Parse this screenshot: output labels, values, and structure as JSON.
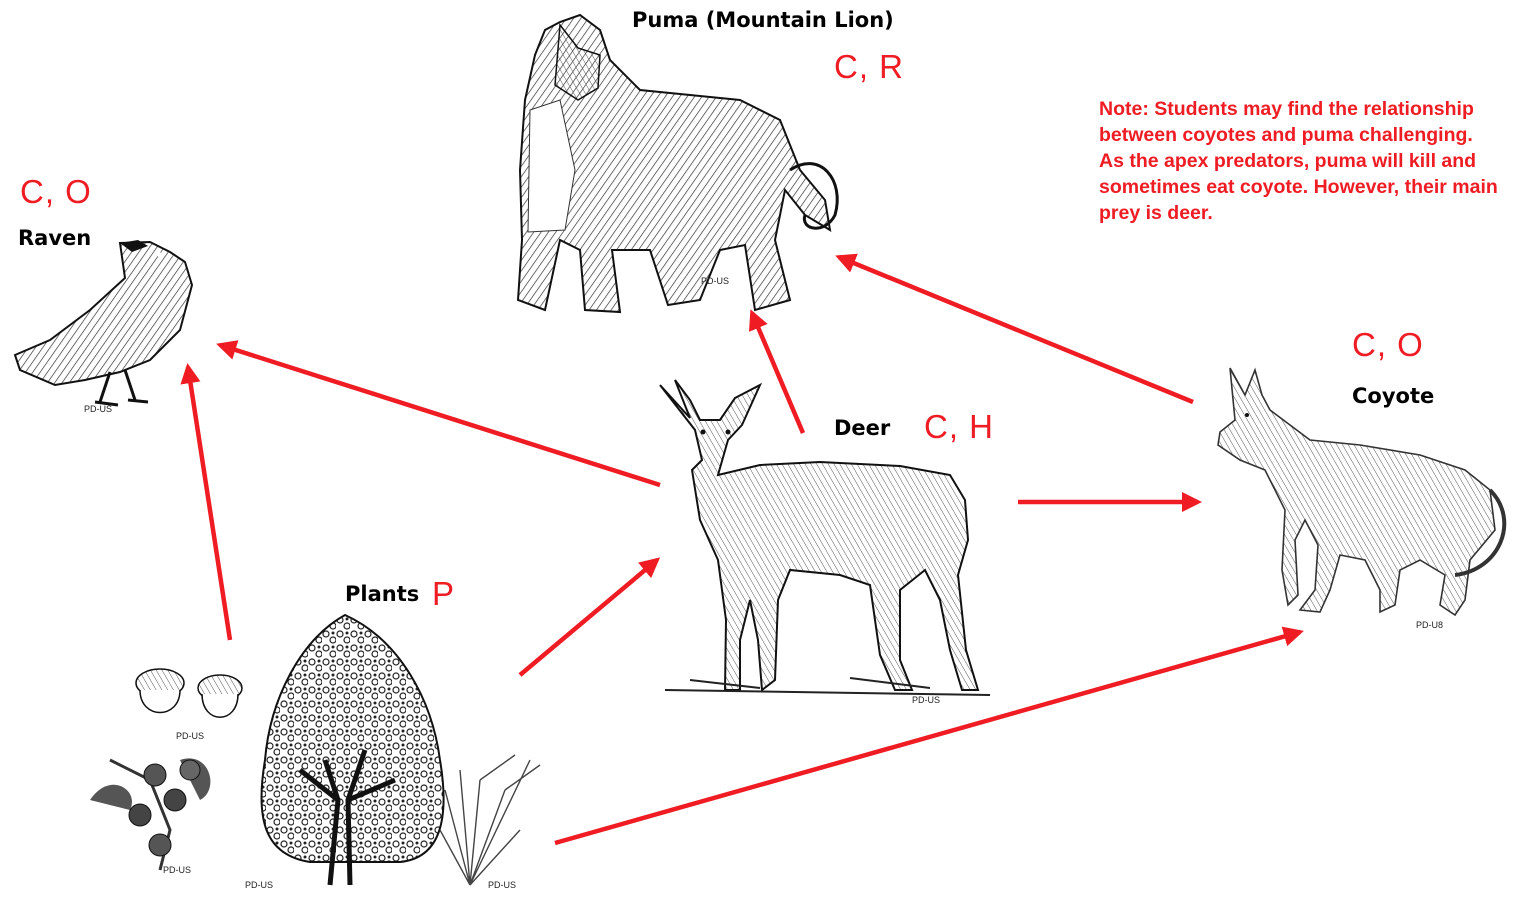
{
  "organisms": [
    {
      "id": "puma",
      "name": "Puma (Mountain Lion)",
      "code": "C, R",
      "credit": "PD-US",
      "icon": "puma-illustration"
    },
    {
      "id": "raven",
      "name": "Raven",
      "code": "C, O",
      "credit": "PD-US",
      "icon": "raven-illustration"
    },
    {
      "id": "deer",
      "name": "Deer",
      "code": "C, H",
      "credit": "PD-US",
      "icon": "deer-illustration"
    },
    {
      "id": "coyote",
      "name": "Coyote",
      "code": "C, O",
      "credit": "PD-U8",
      "icon": "coyote-illustration"
    },
    {
      "id": "plants",
      "name": "Plants",
      "code": "P",
      "icon": "plants-illustration",
      "credits": [
        "PD-US",
        "PD-US",
        "PD-US",
        "PD-US"
      ]
    }
  ],
  "note": {
    "lines": [
      "Note: Students may find the relationship",
      "between coyotes and puma challenging.",
      "As the apex predators, puma will kill and",
      "sometimes eat coyote. However, their main",
      "prey is deer."
    ]
  },
  "arrows": [
    {
      "from": "plants",
      "to": "raven"
    },
    {
      "from": "plants",
      "to": "deer"
    },
    {
      "from": "plants",
      "to": "coyote"
    },
    {
      "from": "deer",
      "to": "raven"
    },
    {
      "from": "deer",
      "to": "puma"
    },
    {
      "from": "deer",
      "to": "coyote"
    },
    {
      "from": "coyote",
      "to": "puma"
    }
  ],
  "colors": {
    "arrow": "#ef1c24",
    "code": "#ef1c24",
    "note": "#ef1c24",
    "label": "#000000"
  }
}
